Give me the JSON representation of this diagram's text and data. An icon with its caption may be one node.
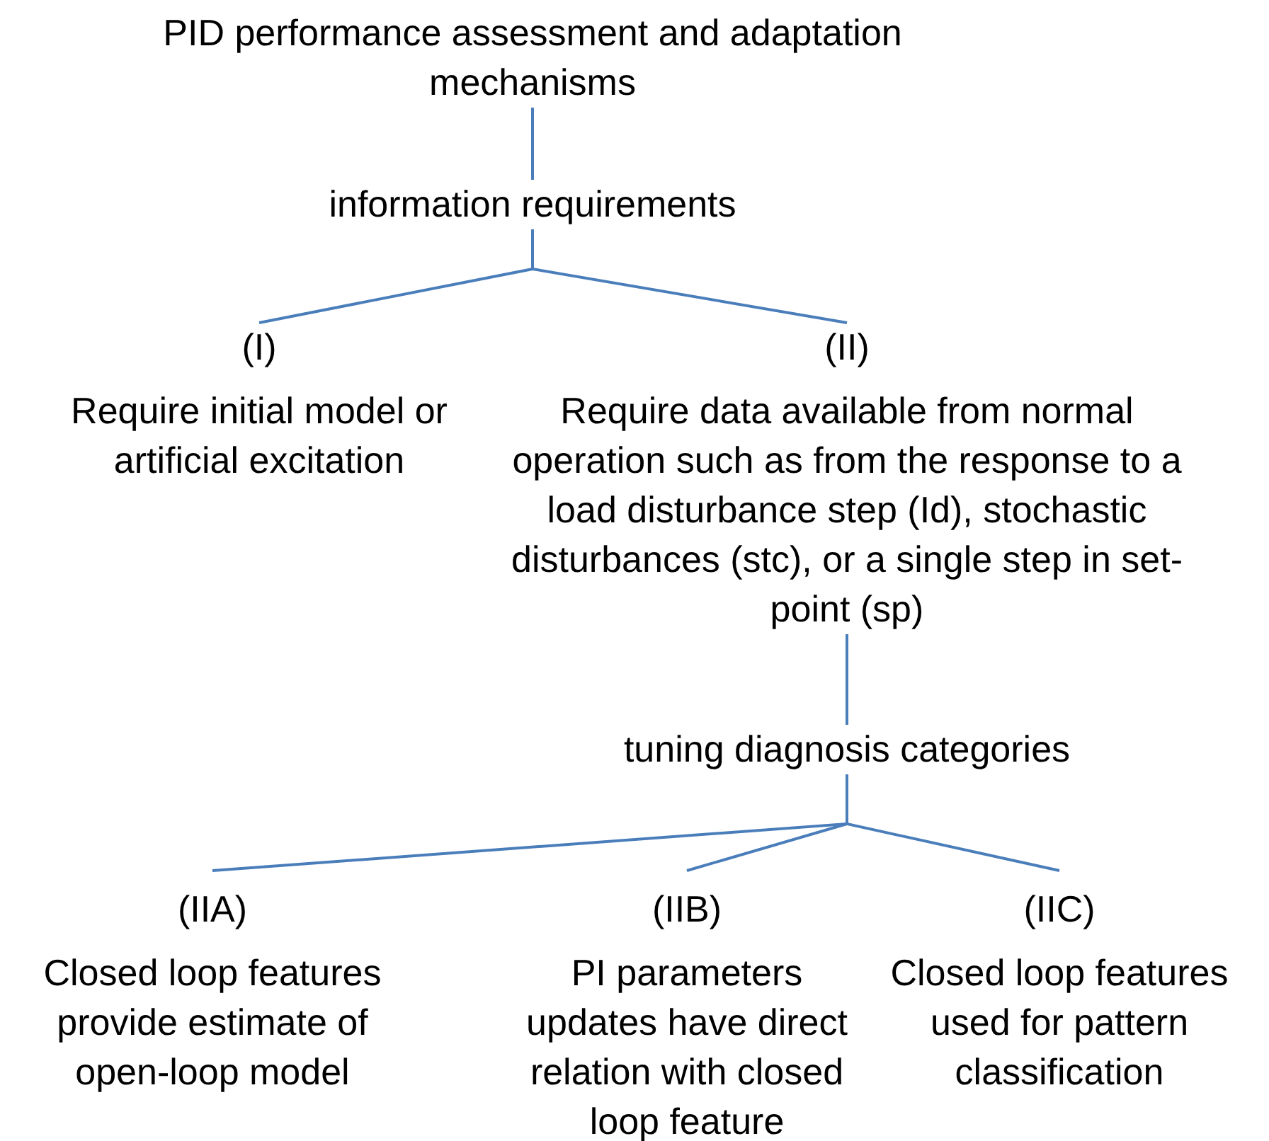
{
  "diagram": {
    "nodes": [
      {
        "text": [
          "PID performance assessment and adaptation mechanisms"
        ]
      },
      {
        "text": [
          "information requirements"
        ]
      },
      {
        "text": [
          "(I)",
          "Require initial model or artificial excitation"
        ]
      },
      {
        "text": [
          "(II)",
          "Require data available from normal operation such as from the response to a load disturbance step (Id), stochastic disturbances (stc), or a single step in set-point (sp)"
        ]
      },
      {
        "text": [
          "tuning diagnosis categories"
        ]
      },
      {
        "text": [
          "(IIA)",
          "Closed loop features provide estimate of open-loop model"
        ]
      },
      {
        "text": [
          "(IIB)",
          "PI parameters updates have direct relation with closed loop feature"
        ]
      },
      {
        "text": [
          "(IIC)",
          "Closed loop features used for pattern classification"
        ]
      }
    ],
    "edges": [
      {
        "from": 0,
        "to": 1,
        "arrow": "none"
      },
      {
        "from": 1,
        "to": 2,
        "arrow": "none"
      },
      {
        "from": 1,
        "to": 3,
        "arrow": "none"
      },
      {
        "from": 3,
        "to": 4,
        "arrow": "none"
      },
      {
        "from": 4,
        "to": 5,
        "arrow": "none"
      },
      {
        "from": 4,
        "to": 6,
        "arrow": "none"
      },
      {
        "from": 4,
        "to": 7,
        "arrow": "none"
      }
    ]
  }
}
